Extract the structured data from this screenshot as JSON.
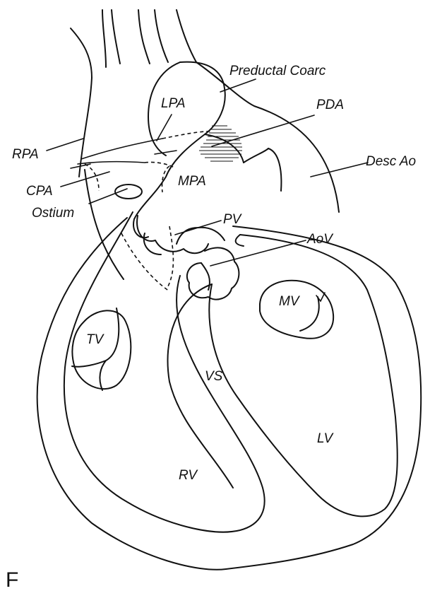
{
  "panel_letter": "F",
  "labels": {
    "preductal_coarc": "Preductal Coarc",
    "pda": "PDA",
    "lpa": "LPA",
    "rpa": "RPA",
    "desc_ao": "Desc Ao",
    "mpa": "MPA",
    "cpa": "CPA",
    "ostium": "Ostium",
    "pv": "PV",
    "aov": "AoV",
    "mv": "MV",
    "tv": "TV",
    "vs": "VS",
    "lv": "LV",
    "rv": "RV"
  }
}
